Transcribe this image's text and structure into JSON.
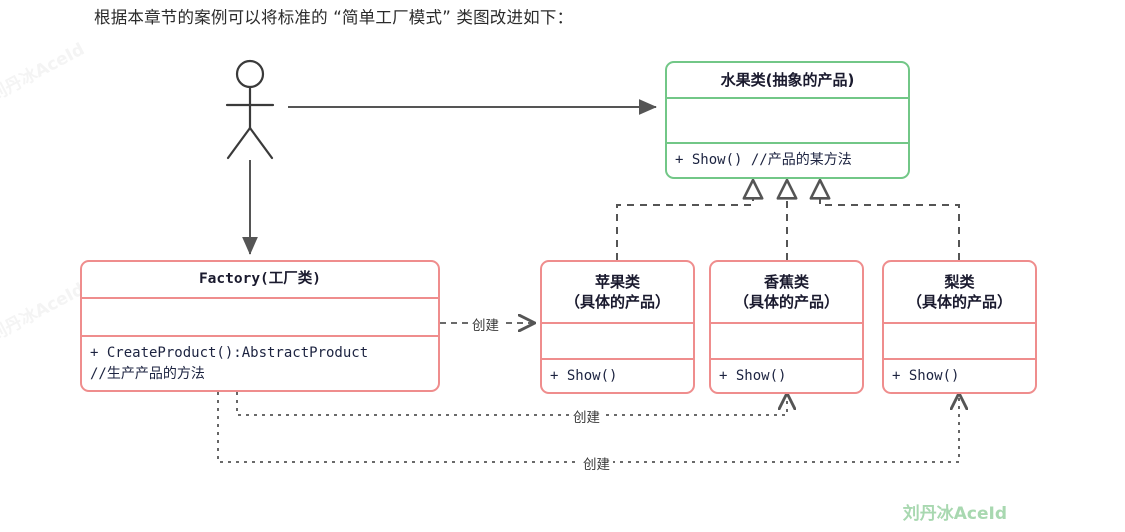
{
  "caption": "根据本章节的案例可以将标准的 “简单工厂模式” 类图改进如下：",
  "colors": {
    "abstract_border": "#72c787",
    "concrete_border": "#ef8d8d",
    "connector": "#555555",
    "watermark": "#a8d8b0"
  },
  "actor": {
    "name": "actor-stick-figure"
  },
  "classes": {
    "abstract_product": {
      "title": "水果类(抽象的产品)",
      "attributes": "",
      "operations": [
        "+ Show() //产品的某方法"
      ]
    },
    "factory": {
      "title": "Factory(工厂类)",
      "attributes": "",
      "operations": [
        "+ CreateProduct():AbstractProduct",
        "//生产产品的方法"
      ]
    },
    "apple": {
      "title_line1": "苹果类",
      "title_line2": "（具体的产品）",
      "attributes": "",
      "operations": [
        "+ Show()"
      ]
    },
    "banana": {
      "title_line1": "香蕉类",
      "title_line2": "（具体的产品）",
      "attributes": "",
      "operations": [
        "+ Show()"
      ]
    },
    "pear": {
      "title_line1": "梨类",
      "title_line2": "（具体的产品）",
      "attributes": "",
      "operations": [
        "+ Show()"
      ]
    }
  },
  "edges": {
    "create_apple": "创建",
    "create_banana": "创建",
    "create_pear": "创建"
  },
  "watermarks": {
    "corner": "刘丹冰AceId",
    "faint": "刘丹冰AceId"
  }
}
